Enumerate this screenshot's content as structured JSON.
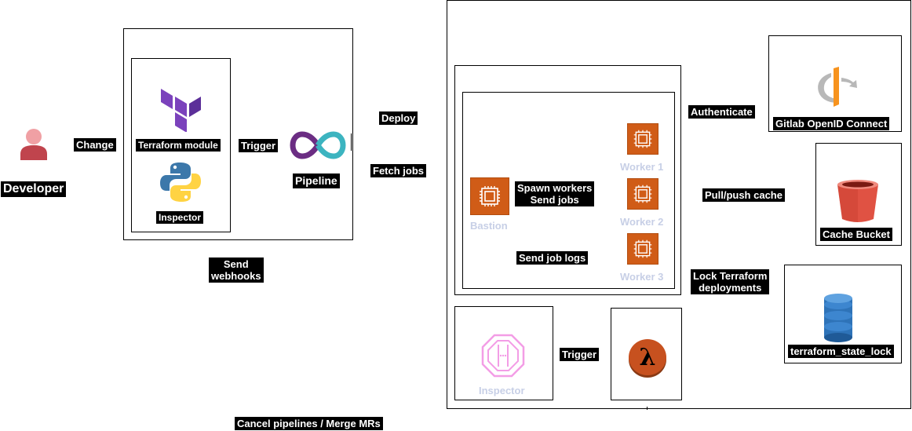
{
  "diagram": {
    "developer": {
      "label": "Developer"
    },
    "edges": {
      "change": "Change",
      "trigger_pipeline": "Trigger",
      "deploy": "Deploy",
      "fetch_jobs": "Fetch jobs",
      "send_webhooks": "Send\nwebhooks",
      "cancel_pipelines": "Cancel pipelines / Merge MRs",
      "spawn_workers": "Spawn workers\nSend jobs",
      "send_job_logs": "Send job logs",
      "authenticate": "Authenticate",
      "pull_push_cache": "Pull/push cache",
      "lock_terraform": "Lock Terraform\ndeployments",
      "trigger_lambda": "Trigger"
    },
    "repo": {
      "terraform_module": "Terraform module",
      "inspector": "Inspector"
    },
    "pipeline": {
      "label": "Pipeline"
    },
    "cluster": {
      "bastion": "Bastion",
      "workers": [
        "Worker 1",
        "Worker 2",
        "Worker 3"
      ],
      "inspector": "Inspector"
    },
    "services": {
      "openid": "Gitlab OpenID Connect",
      "cache_bucket": "Cache Bucket",
      "state_lock": "terraform_state_lock"
    },
    "colors": {
      "terraform": "#7b42bc",
      "ec2": "#d05c17",
      "s3": "#e05243",
      "dynamodb": "#2e73b8",
      "lambda": "#c7511f",
      "inspector": "#f39de6",
      "developer_head": "#f0a0a4",
      "developer_body": "#c0444d",
      "pipeline_teal": "#3cb4c0",
      "pipeline_purple": "#6b2d83",
      "openid_grey": "#b8b8b8",
      "openid_orange": "#f7931e"
    }
  }
}
